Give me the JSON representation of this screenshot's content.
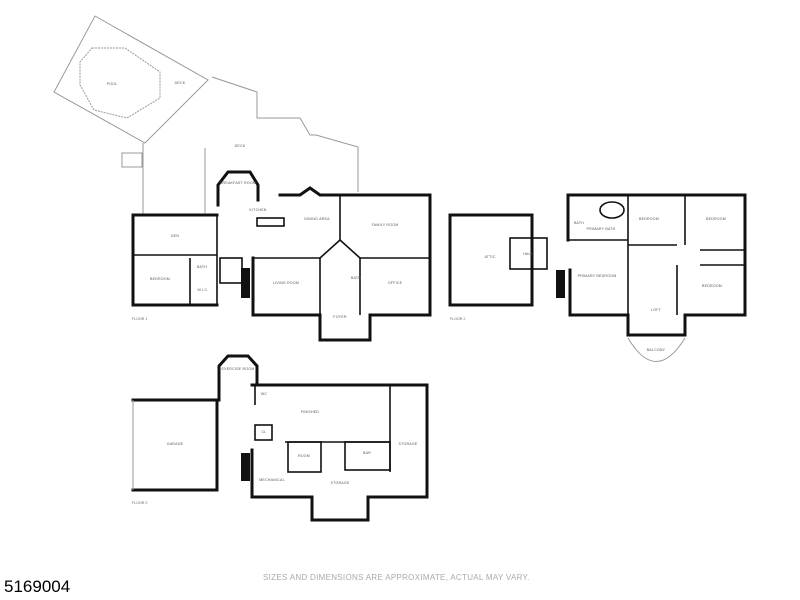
{
  "listing_id": "5169004",
  "disclaimer": "SIZES AND DIMENSIONS ARE APPROXIMATE, ACTUAL MAY VARY.",
  "floors": {
    "first": {
      "label": "FLOOR 1",
      "rooms": [
        "POOL",
        "DECK",
        "DECK",
        "BREAKFAST ROOM",
        "KITCHEN",
        "DINING AREA",
        "FAMILY ROOM",
        "DEN",
        "BEDROOM",
        "W.I.C.",
        "BATH",
        "LIVING ROOM",
        "OFFICE",
        "BATH",
        "FOYER"
      ]
    },
    "second": {
      "label": "FLOOR 2",
      "rooms": [
        "ATTIC",
        "HALL",
        "PRIMARY BATH",
        "BATH",
        "BEDROOM",
        "BEDROOM",
        "PRIMARY BEDROOM",
        "LOFT",
        "BEDROOM",
        "BALCONY"
      ]
    },
    "basement": {
      "label": "FLOOR 0",
      "rooms": [
        "EXERCISE ROOM",
        "GARAGE",
        "WC",
        "FINISHED",
        "CL",
        "ROOM",
        "BAR",
        "STORAGE",
        "MECHANICAL",
        "STORAGE"
      ]
    }
  }
}
